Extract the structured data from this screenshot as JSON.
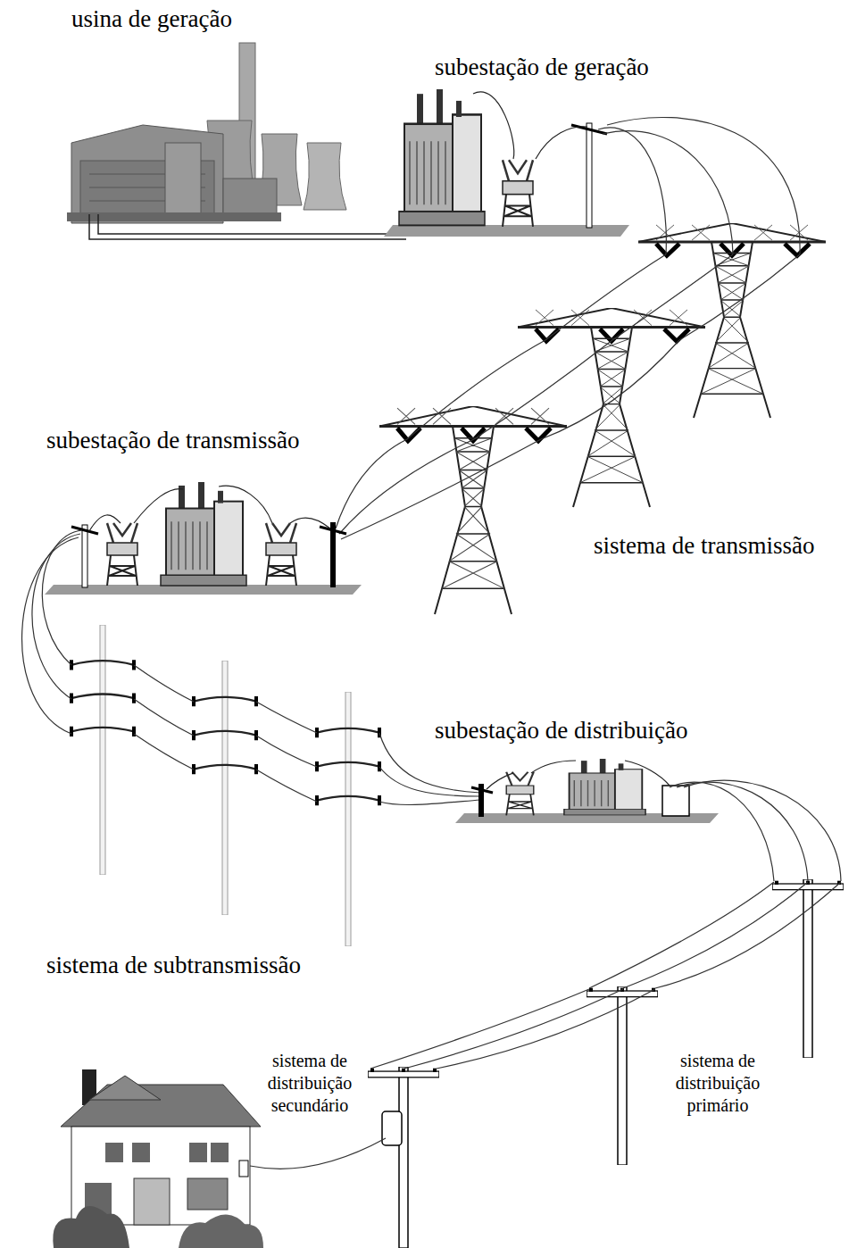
{
  "diagram": {
    "labels": [
      "usina de geração",
      "subestação de geração",
      "subestação de transmissão",
      "sistema de transmissão",
      "subestação de distribuição",
      "sistema de subtransmissão",
      "sistema de distribuição secundário",
      "sistema de distribuição primário"
    ]
  }
}
